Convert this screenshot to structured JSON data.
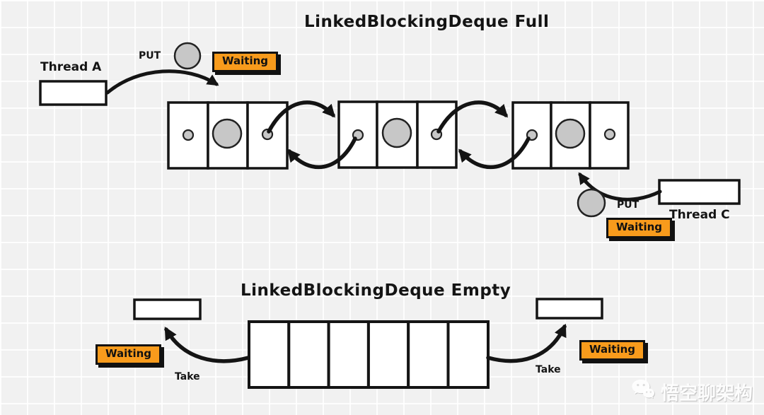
{
  "full": {
    "title": "LinkedBlockingDeque Full",
    "thread_a": {
      "label": "Thread A",
      "action": "PUT",
      "status": "Waiting"
    },
    "thread_c": {
      "label": "Thread C",
      "action": "PUT",
      "status": "Waiting"
    },
    "node_count": 3,
    "node_structure": [
      "prev-pointer",
      "element",
      "next-pointer"
    ]
  },
  "empty": {
    "title": "LinkedBlockingDeque Empty",
    "left_consumer": {
      "action": "Take",
      "status": "Waiting"
    },
    "right_consumer": {
      "action": "Take",
      "status": "Waiting"
    },
    "cell_count": 6
  },
  "watermark": {
    "text": "悟空聊架构",
    "icon": "wechat-icon"
  },
  "colors": {
    "accent_orange": "#F89B1C",
    "ink": "#141414",
    "element_gray": "#c7c7c7",
    "background": "#f1f1f1"
  }
}
